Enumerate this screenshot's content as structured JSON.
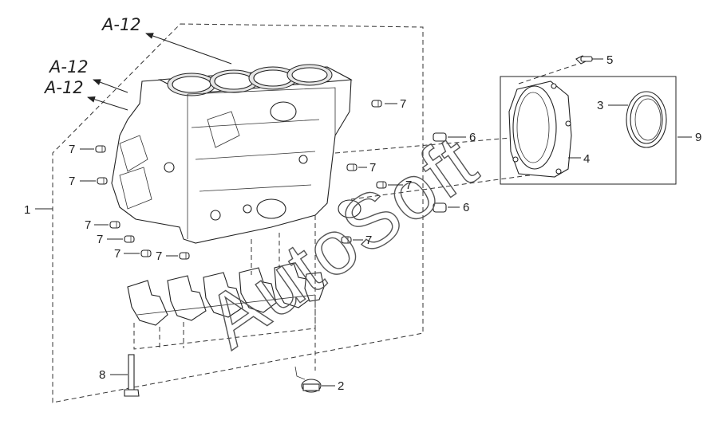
{
  "callouts": {
    "c1": "1",
    "c2": "2",
    "c3": "3",
    "c4": "4",
    "c5": "5",
    "c6a": "6",
    "c6b": "6",
    "c7": "7",
    "c8": "8",
    "c9": "9"
  },
  "references": {
    "r1": "A-12",
    "r2": "A-12",
    "r3": "A-12"
  },
  "watermark": "AutoSoft"
}
